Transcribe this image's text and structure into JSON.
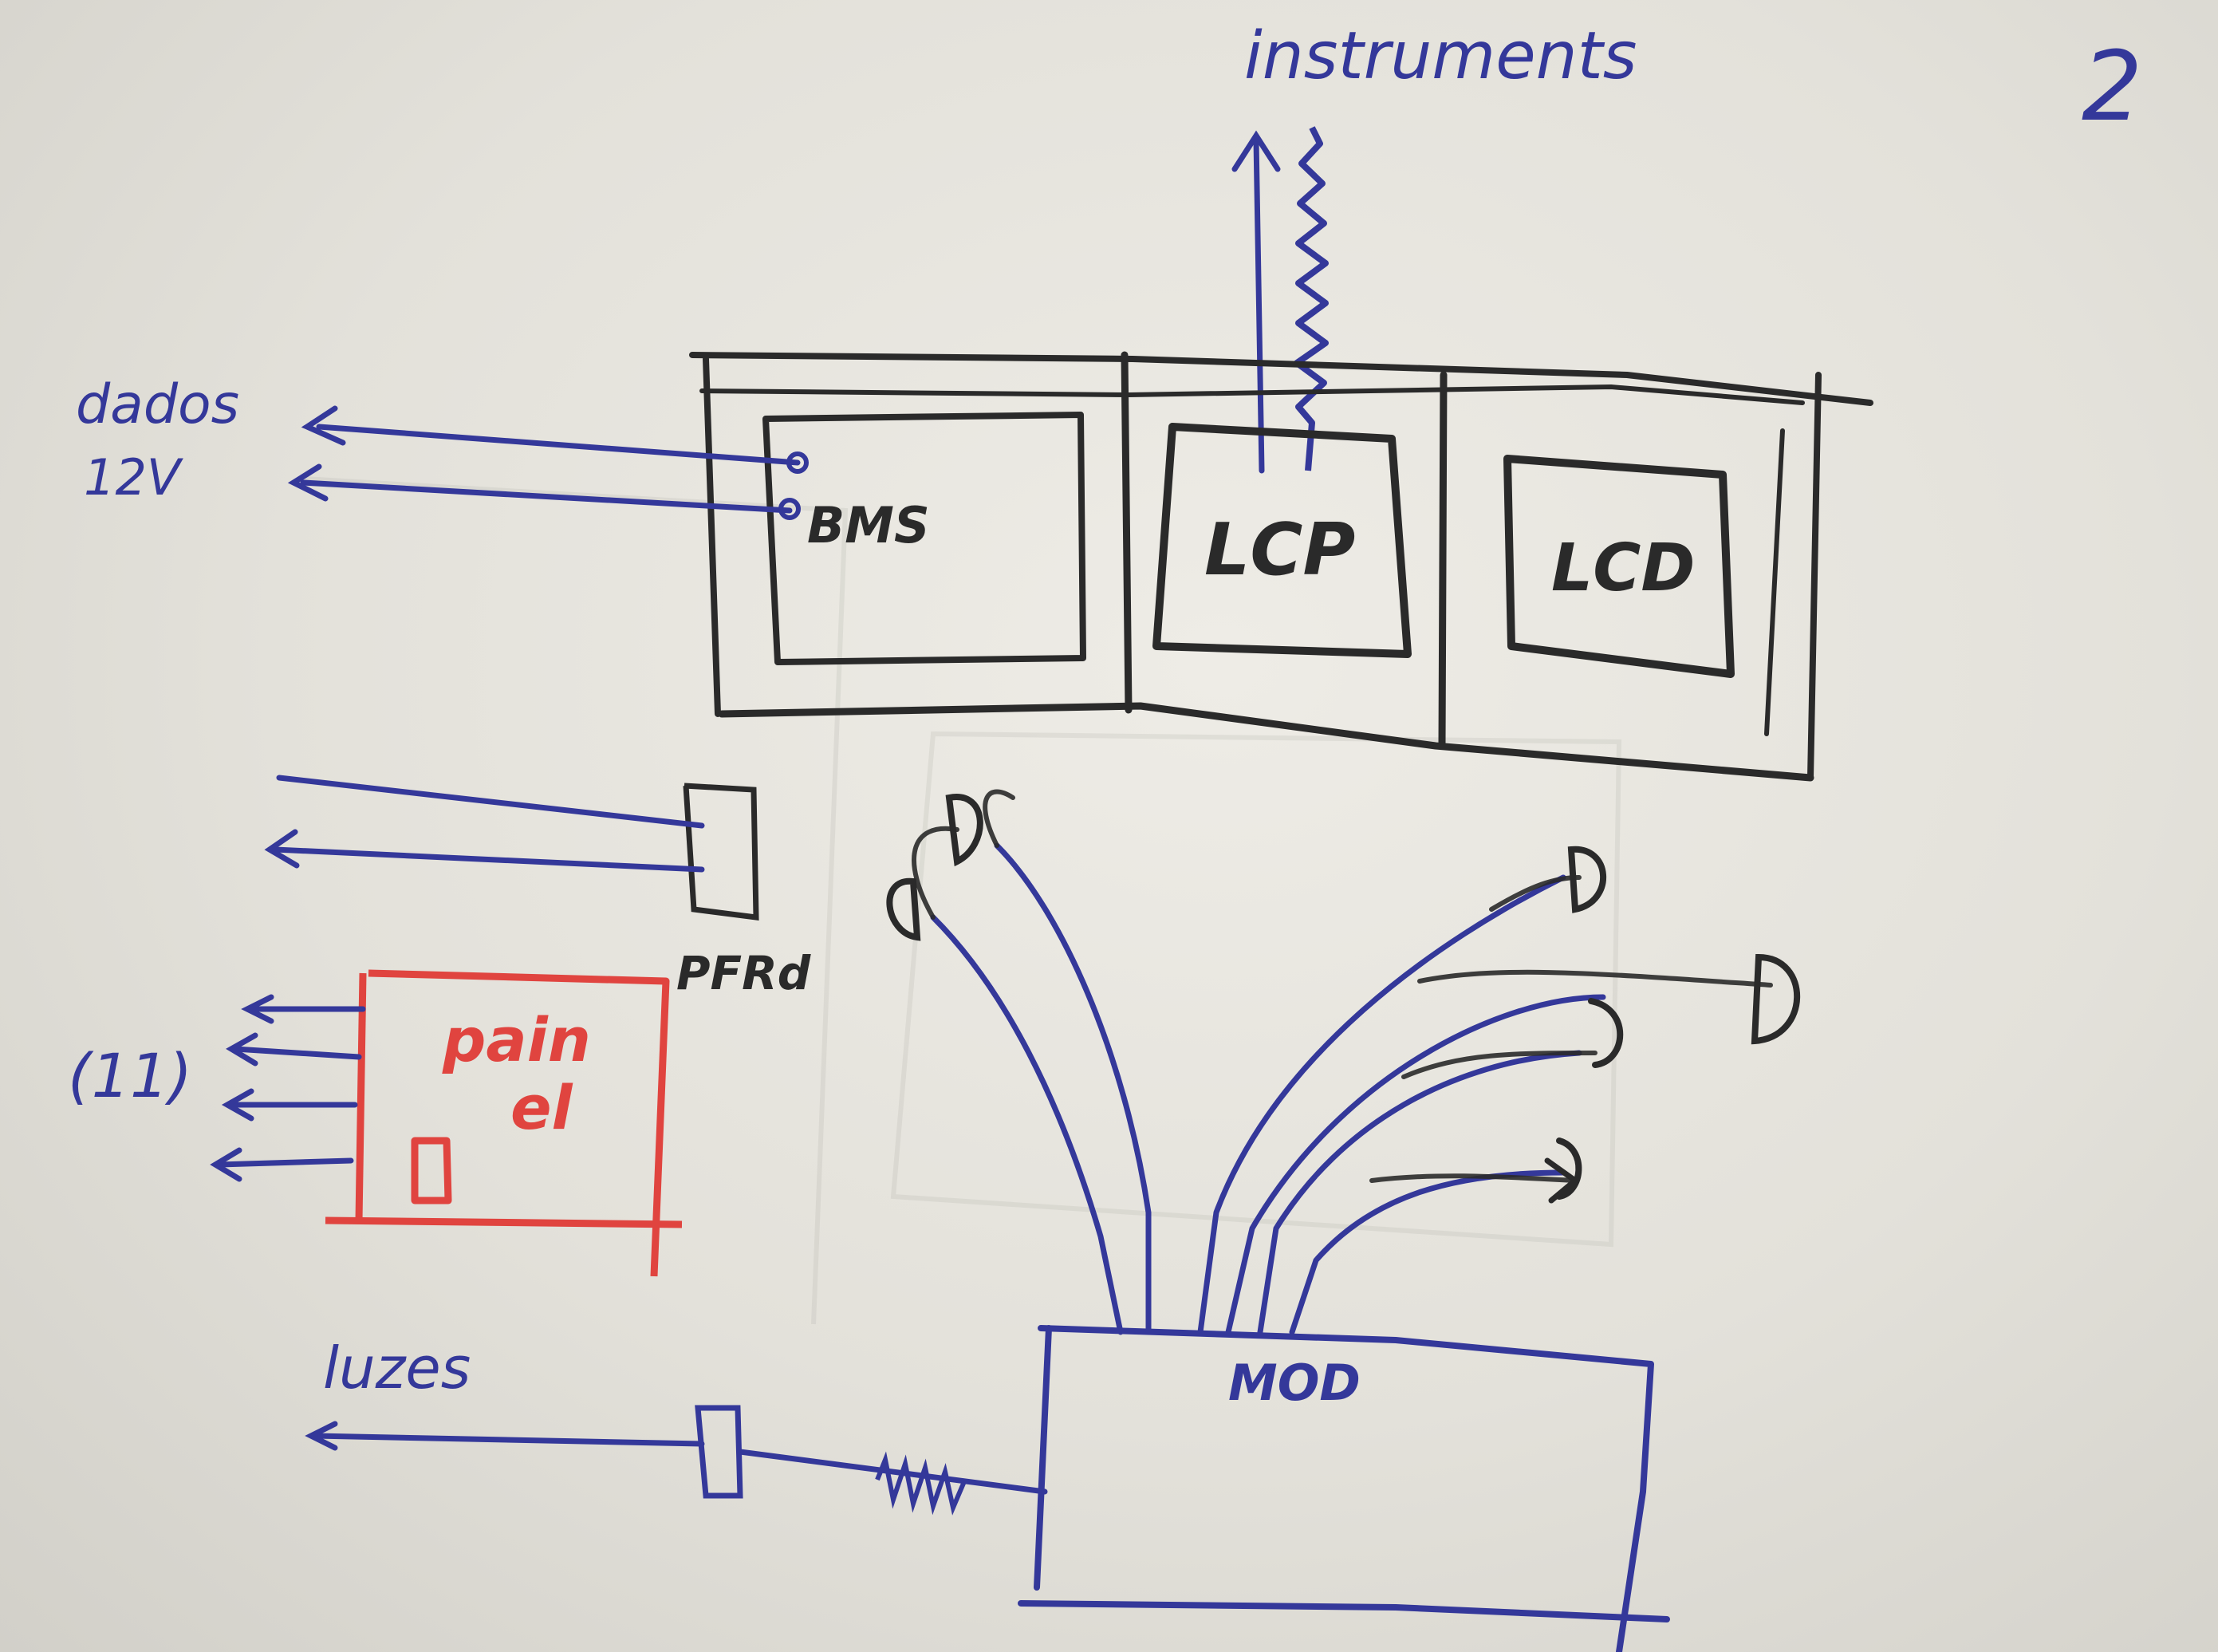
{
  "page_number": "2",
  "labels": {
    "instruments": "instruments",
    "dados": "dados",
    "v12": "12V",
    "bms": "BMS",
    "lcp": "LCP",
    "lcd": "LCD",
    "connector_label": "PFRd",
    "painel_line1": "pain",
    "painel_line2": "el",
    "painel_count": "(11)",
    "luzes": "luzes",
    "module": "MOD"
  },
  "colors": {
    "blue_ink": "#34389a",
    "black_ink": "#2a2a2a",
    "red_ink": "#e0443f"
  }
}
